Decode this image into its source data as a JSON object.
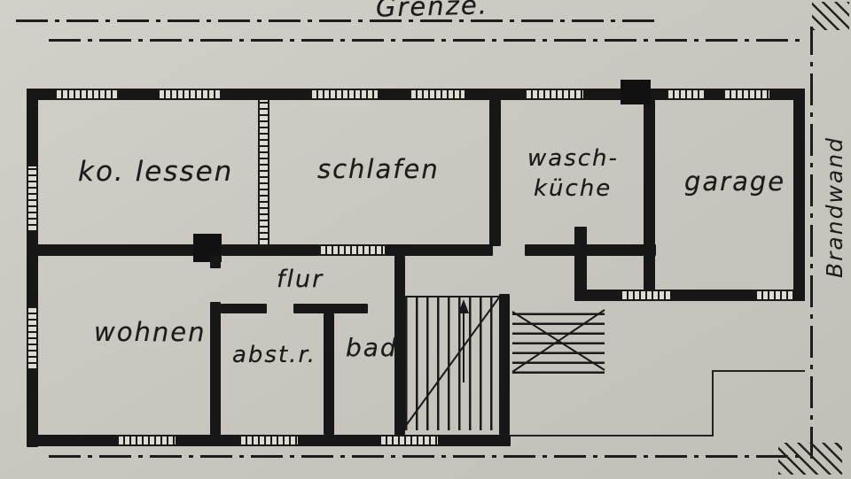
{
  "drawing": {
    "title": "hand-drawn floor plan",
    "grenze_label": "Grenze.",
    "brandwand_label": "Brandwand"
  },
  "rooms": {
    "kochen_essen": "ko. lessen",
    "schlafen": "schlafen",
    "waschkueche_line1": "wasch-",
    "waschkueche_line2": "küche",
    "garage": "garage",
    "flur": "flur",
    "wohnen": "wohnen",
    "abstellraum": "abst.r.",
    "bad": "bad"
  },
  "colors": {
    "paper": "#cac7c0",
    "ink": "#1b1b1b"
  }
}
